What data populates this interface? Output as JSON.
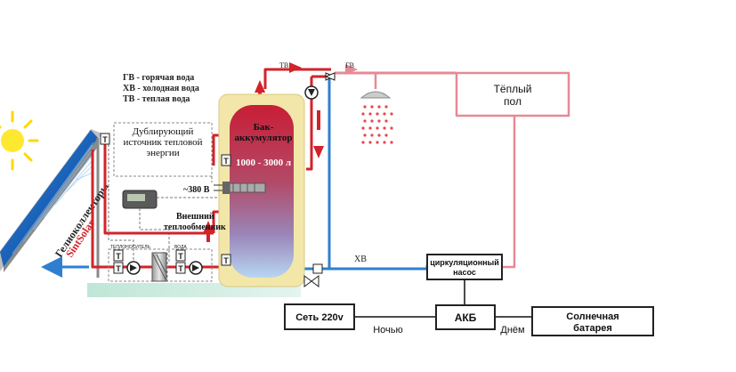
{
  "legend": {
    "gv": "ГВ - горячая вода",
    "hv": "ХВ - холодная вода",
    "tv": "ТВ - теплая вода"
  },
  "pipe_labels": {
    "tv_top": "ТВ",
    "gv_top": "ГВ",
    "hv_side": "ХВ"
  },
  "tank": {
    "title_line1": "Бак-",
    "title_line2": "аккумулятор",
    "volume": "1000 - 3000 л"
  },
  "backup_source": {
    "line1": "Дублирующий",
    "line2": "источник тепловой",
    "line3": "энергии"
  },
  "power": "~380 В",
  "heat_exchanger": {
    "line1": "Внешний",
    "line2": "теплообменник"
  },
  "collector": {
    "label": "Гелиоколлекторы",
    "brand": "SintSolar"
  },
  "small_labels": {
    "carrier": "ТЕПЛОНОСИТЕЛЬ",
    "water": "ВОДА"
  },
  "floor": {
    "line1": "Тёплый",
    "line2": "пол"
  },
  "pump": {
    "line1": "циркуляционный",
    "line2": "насос"
  },
  "akb": "АКБ",
  "grid": "Сеть 220v",
  "night": "Ночью",
  "day": "Днём",
  "solar": {
    "line1": "Солнечная",
    "line2": "батарея"
  },
  "sensor": "T",
  "colors": {
    "hot": "#d2232a",
    "cold": "#2f7fd0",
    "floor": "#e58a96",
    "tank_top": "#c81e36",
    "tank_bottom": "#b7d6f3",
    "tank_shell": "#f2e7a8",
    "sun": "#ffe830",
    "panel": "#1a62b8"
  }
}
